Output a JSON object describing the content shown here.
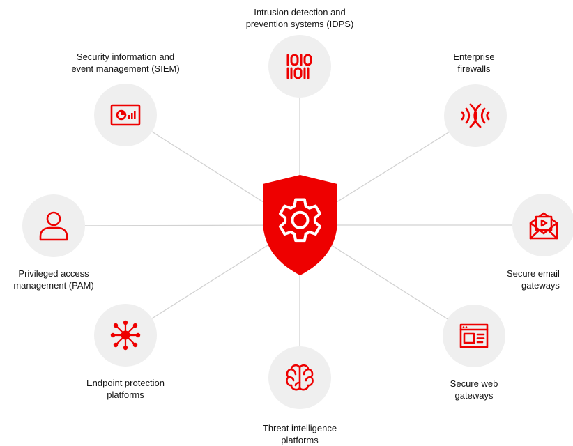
{
  "hub": {
    "icon": "gear-shield-icon",
    "color": "#ee0000"
  },
  "accent": "#ee0000",
  "node_bg": "#efefef",
  "line_color": "#d2d2d2",
  "nodes": [
    {
      "id": "idps",
      "icon": "binary-icon",
      "lines": [
        "Intrusion detection and",
        "prevention systems (IDPS)"
      ]
    },
    {
      "id": "firewall",
      "icon": "signal-wave-icon",
      "lines": [
        "Enterprise",
        "firewalls"
      ]
    },
    {
      "id": "email",
      "icon": "envelope-icon",
      "lines": [
        "Secure email",
        "gateways"
      ]
    },
    {
      "id": "web",
      "icon": "browser-window-icon",
      "lines": [
        "Secure web",
        "gateways"
      ]
    },
    {
      "id": "threat",
      "icon": "brain-icon",
      "lines": [
        "Threat intelligence",
        "platforms"
      ]
    },
    {
      "id": "endpoint",
      "icon": "network-node-icon",
      "lines": [
        "Endpoint protection",
        "platforms"
      ]
    },
    {
      "id": "pam",
      "icon": "user-icon",
      "lines": [
        "Privileged access",
        "management (PAM)"
      ]
    },
    {
      "id": "siem",
      "icon": "dashboard-icon",
      "lines": [
        "Security information and",
        "event management (SIEM)"
      ]
    }
  ]
}
